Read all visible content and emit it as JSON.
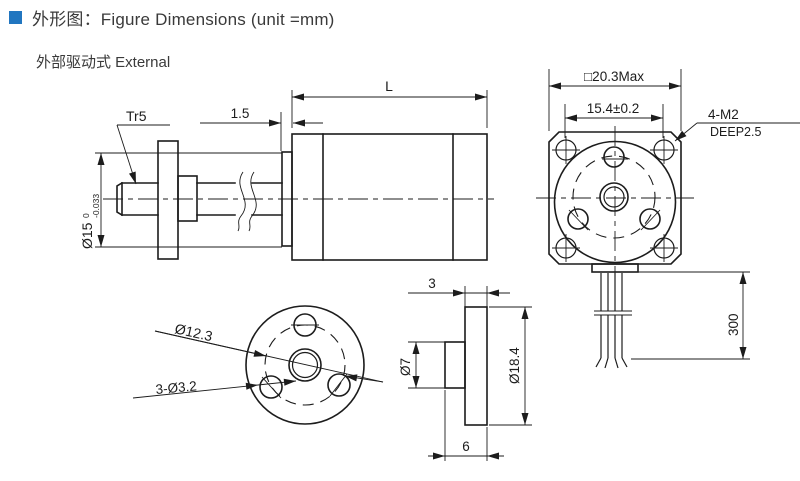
{
  "header": {
    "title": "外形图：Figure Dimensions (unit =mm)",
    "subtitle": "外部驱动式  External"
  },
  "colors": {
    "accent_blue": "#2176c0",
    "line_color": "#1c1c1c",
    "text_color": "#3a3a3a"
  },
  "side_view": {
    "thread_label": "Tr5",
    "boss_offset": "1.5",
    "length_label": "L",
    "pilot_dia": "Ø15",
    "pilot_tol_upper": "0",
    "pilot_tol_lower": "-0.033"
  },
  "face_view": {
    "square_size": "□20.3Max",
    "hole_pitch": "15.4±0.2",
    "screw_spec": "4-M2",
    "screw_depth": "DEEP2.5",
    "lead_length": "300"
  },
  "flange_face_view": {
    "bolt_circle_dia": "Ø12.3",
    "mount_holes": "3-Ø3.2"
  },
  "flange_side_view": {
    "disc_thickness": "3",
    "total_thickness": "6",
    "hub_dia": "Ø7",
    "disc_dia": "Ø18.4"
  }
}
